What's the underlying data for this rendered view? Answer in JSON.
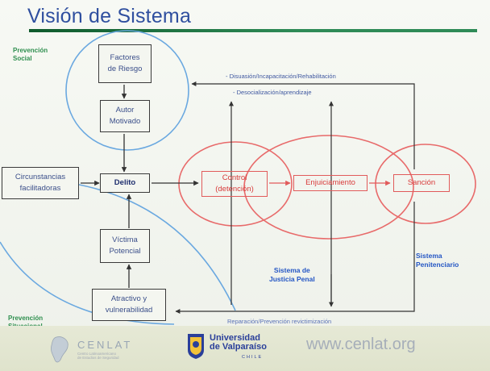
{
  "title": "Visión de Sistema",
  "boxes": {
    "factores": "Factores\nde Riesgo",
    "autor": "Autor\nMotivado",
    "circunstancias": "Circunstancias\nfacilitadoras",
    "delito": "Delito",
    "victima": "Víctima\nPotencial",
    "atractivo": "Atractivo y\nvulnerabilidad",
    "control": "Control\n(detención)",
    "enjuiciamiento": "Enjuiciamiento",
    "sancion": "Sanción"
  },
  "flow_labels": {
    "disuasion": "- Disuasión/Incapacitación/Rehabilitación",
    "desocializacion": "- Desocialización/aprendizaje",
    "reparacion": "Reparación/Prevención revictimización"
  },
  "region_labels": {
    "prevencion_social": "Prevención\nSocial",
    "prevencion_situacional": "Prevención\nSituacional",
    "justicia_penal": "Sistema de\nJusticia Penal",
    "penitenciario": "Sistema\nPenitenciario"
  },
  "footer": {
    "cenlat": "CENLAT",
    "cenlat_sub": "Centro Latinoamericano\nde Estudios de Seguridad",
    "universidad_line1": "Universidad",
    "universidad_line2": "de Valparaíso",
    "chile": "CHILE",
    "web": "www.cenlat.org"
  },
  "colors": {
    "title": "#2f4f9f",
    "title_rule": "#1e6e3c",
    "ellipse_blue": "#6aa8e0",
    "ellipse_red": "#e86a6a",
    "flow_arrow": "#333333",
    "red_arrow": "#e15b5b"
  }
}
